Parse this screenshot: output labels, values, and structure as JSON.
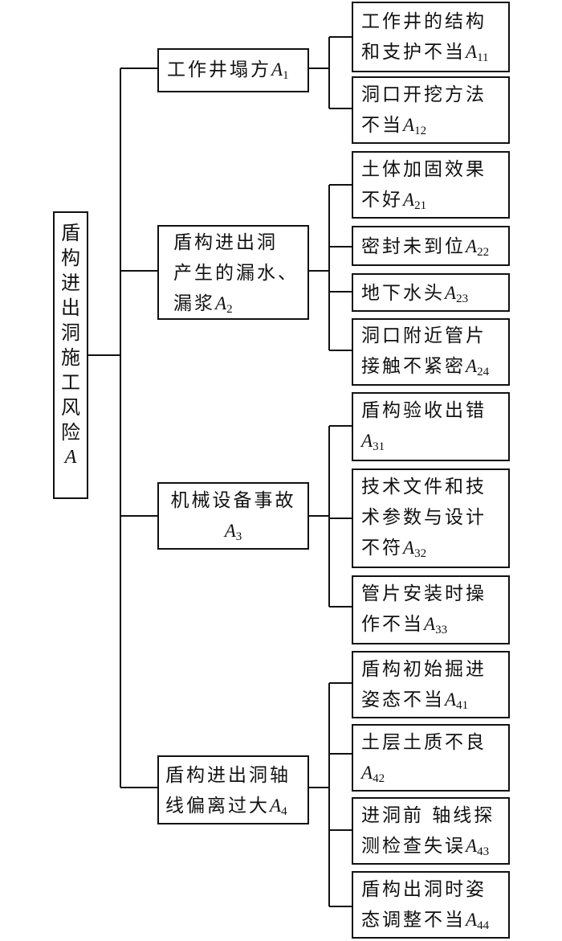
{
  "root": {
    "chars": [
      "盾",
      "构",
      "进",
      "出",
      "洞",
      "施",
      "工",
      "风",
      "险"
    ],
    "symbol": "A"
  },
  "categories": [
    {
      "id": "a1",
      "lines": [
        {
          "text": "工作井塌方",
          "sym": "A",
          "sub": "1"
        }
      ],
      "children": [
        {
          "lines": [
            {
              "text": "工作井的结构"
            },
            {
              "text": "和支护不当",
              "sym": "A",
              "sub": "11"
            }
          ]
        },
        {
          "lines": [
            {
              "text": "洞口开挖方法"
            },
            {
              "text": "不当",
              "sym": "A",
              "sub": "12"
            }
          ]
        }
      ]
    },
    {
      "id": "a2",
      "lines": [
        {
          "text": "盾构进出洞"
        },
        {
          "text": "产生的漏水、"
        },
        {
          "text": "漏浆",
          "sym": "A",
          "sub": "2"
        }
      ],
      "children": [
        {
          "lines": [
            {
              "text": "土体加固效果"
            },
            {
              "text": "不好",
              "sym": "A",
              "sub": "21"
            }
          ]
        },
        {
          "lines": [
            {
              "text": "密封未到位",
              "sym": "A",
              "sub": "22"
            }
          ]
        },
        {
          "lines": [
            {
              "text": "地下水头",
              "sym": "A",
              "sub": "23"
            }
          ]
        },
        {
          "lines": [
            {
              "text": "洞口附近管片"
            },
            {
              "text": "接触不紧密",
              "sym": "A",
              "sub": "24"
            }
          ]
        }
      ]
    },
    {
      "id": "a3",
      "lines": [
        {
          "text": "机械设备事故"
        },
        {
          "text": "",
          "sym": "A",
          "sub": "3"
        }
      ],
      "children": [
        {
          "lines": [
            {
              "text": "盾构验收出错"
            },
            {
              "text": "",
              "sym": "A",
              "sub": "31"
            }
          ]
        },
        {
          "lines": [
            {
              "text": "技术文件和技"
            },
            {
              "text": "术参数与设计"
            },
            {
              "text": "不符",
              "sym": "A",
              "sub": "32"
            }
          ]
        },
        {
          "lines": [
            {
              "text": "管片安装时操"
            },
            {
              "text": "作不当",
              "sym": "A",
              "sub": "33"
            }
          ]
        }
      ]
    },
    {
      "id": "a4",
      "lines": [
        {
          "text": "盾构进出洞轴"
        },
        {
          "text": "线偏离过大",
          "sym": "A",
          "sub": "4"
        }
      ],
      "children": [
        {
          "lines": [
            {
              "text": "盾构初始掘进"
            },
            {
              "text": "姿态不当",
              "sym": "A",
              "sub": "41"
            }
          ]
        },
        {
          "lines": [
            {
              "text": "土层土质不良"
            },
            {
              "text": "",
              "sym": "A",
              "sub": "42"
            }
          ]
        },
        {
          "lines": [
            {
              "text": "进洞前 轴线探"
            },
            {
              "text": "测检查失误",
              "sym": "A",
              "sub": "43"
            }
          ]
        },
        {
          "lines": [
            {
              "text": "盾构出洞时姿"
            },
            {
              "text": "态调整不当",
              "sym": "A",
              "sub": "44"
            }
          ]
        }
      ]
    }
  ]
}
